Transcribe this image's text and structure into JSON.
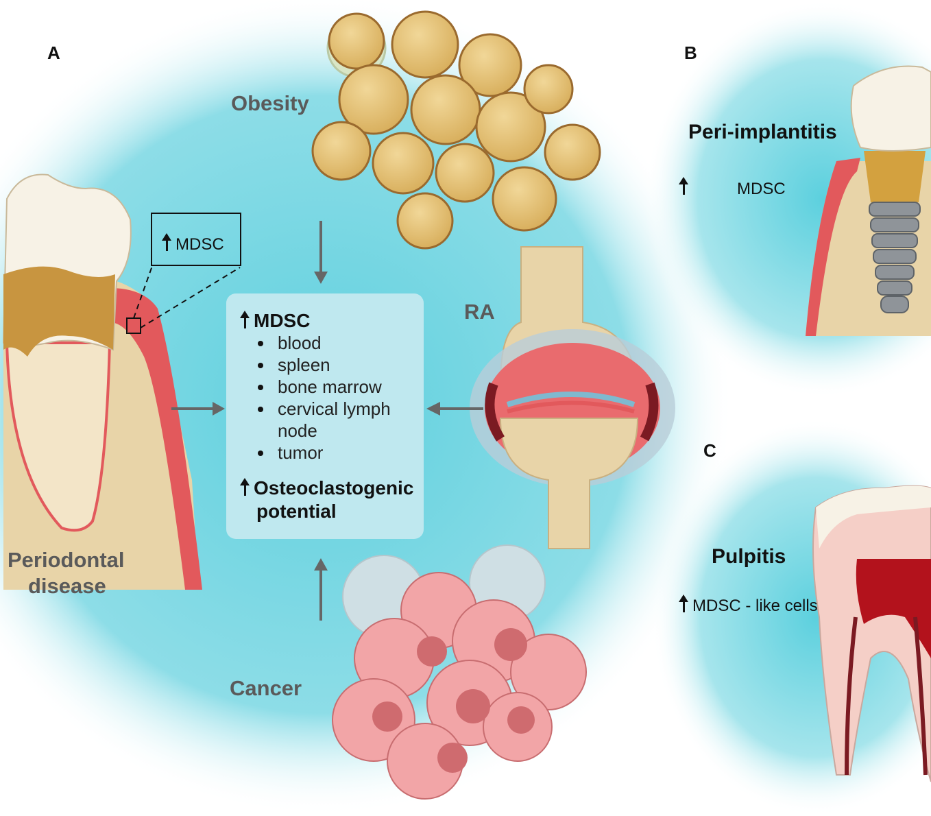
{
  "panel_a": {
    "label": "A",
    "obesity": "Obesity",
    "ra": "RA",
    "cancer": "Cancer",
    "periodontal_line1": "Periodontal",
    "periodontal_line2": "disease",
    "inset_label": "MDSC",
    "center_box": {
      "title": "MDSC",
      "items": [
        "blood",
        "spleen",
        "bone marrow",
        "cervical lymph",
        "node",
        "tumor"
      ],
      "potential_line1": "Osteoclastogenic",
      "potential_line2": "potential"
    }
  },
  "panel_b": {
    "label": "B",
    "title": "Peri-implantitis",
    "marker": "MDSC"
  },
  "panel_c": {
    "label": "C",
    "title": "Pulpitis",
    "marker": "MDSC - like cells"
  },
  "colors": {
    "glow": "#6dd3e0",
    "gum": "#e2595c",
    "bone": "#e8d4a8",
    "fat": "#e3c175",
    "cancer": "#ef9a9c"
  }
}
